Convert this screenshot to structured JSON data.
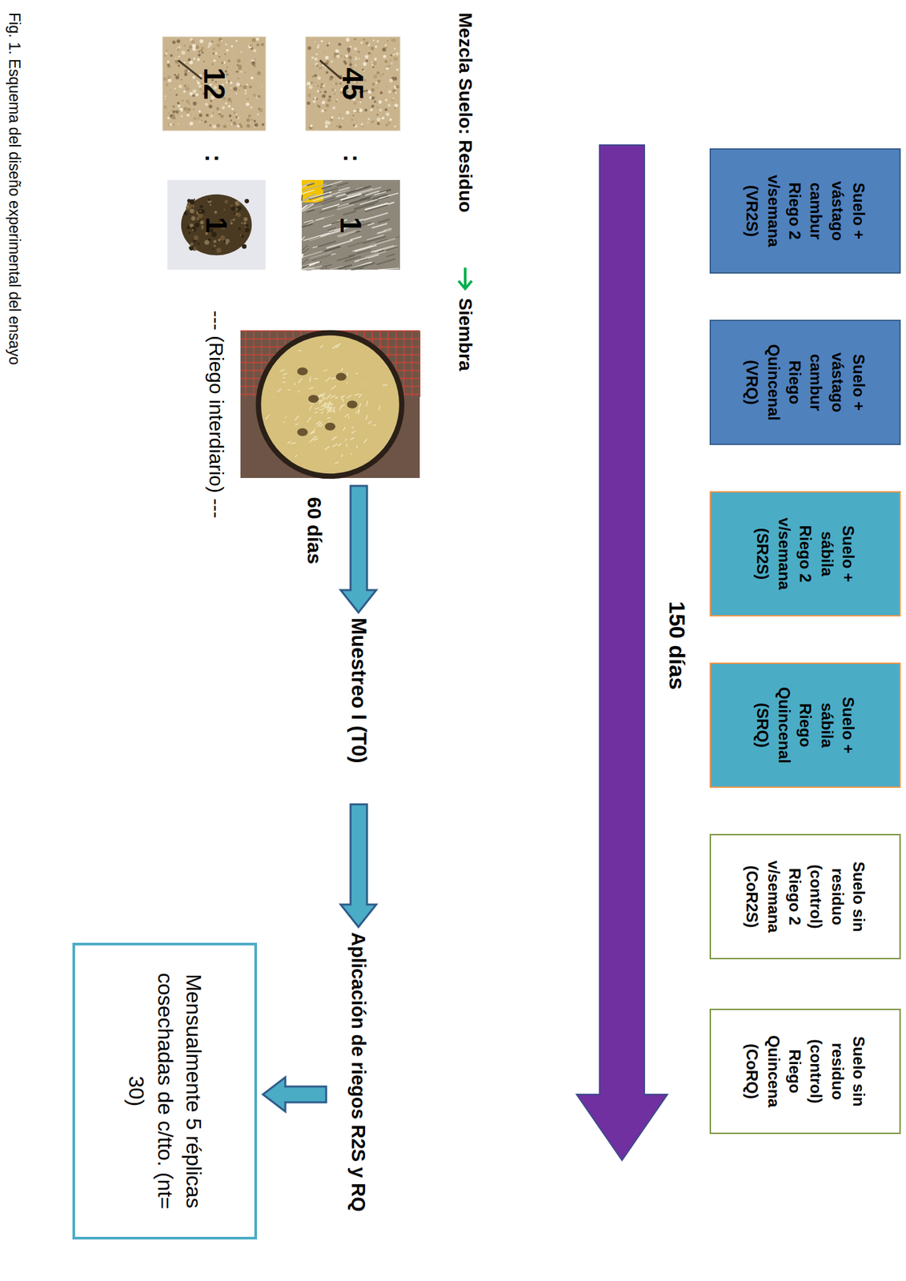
{
  "diagram": {
    "caption": "Fig. 1. Esquema del diseño experimental del ensayo",
    "nodes": [
      {
        "text": [
          "Suelo + vástago cambur Riego 2 v/semana (VR2S)"
        ]
      },
      {
        "text": [
          "Suelo + vástago cambur Riego Quincenal (VRQ)"
        ]
      },
      {
        "text": [
          "Suelo + sábila Riego 2 v/semana (SR2S)"
        ]
      },
      {
        "text": [
          "Suelo + sábila Riego Quincenal (SRQ)"
        ]
      },
      {
        "text": [
          "Suelo sin residuo (control) Riego 2 v/semana (CoR2S)"
        ]
      },
      {
        "text": [
          "Suelo sin residuo (control) Riego Quincena (CoRQ)"
        ]
      },
      {
        "text": [
          "Mensualmente 5 réplicas cosechadas de c/tto. (nt= 30)"
        ]
      }
    ],
    "labels": [
      "150 días",
      "Mezcla Suelo: Residuo",
      "Siembra",
      "45",
      ":",
      "1",
      "12",
      ":",
      "1",
      "60 días",
      "Muestreo I (T0)",
      "Aplicación de riegos R2S y RQ",
      "--- (Riego interdiario) ---"
    ]
  }
}
